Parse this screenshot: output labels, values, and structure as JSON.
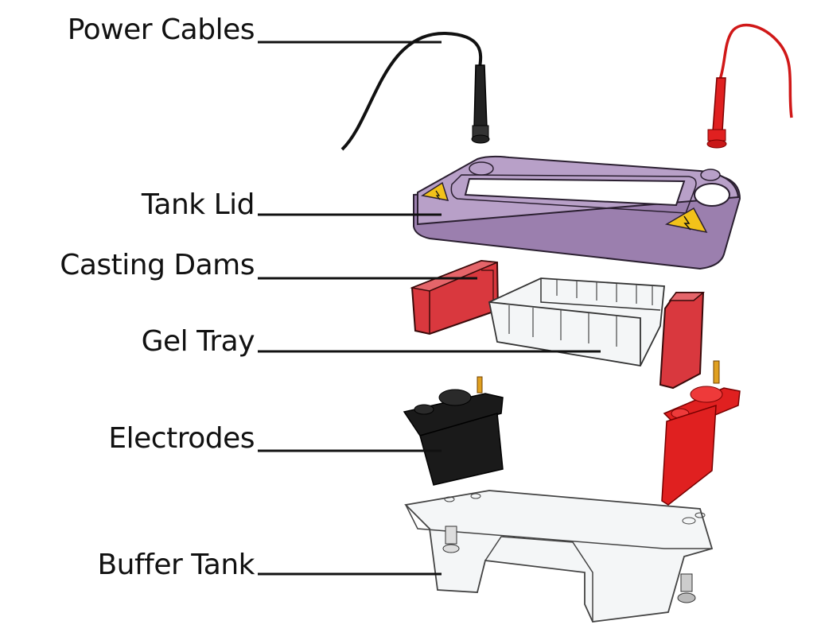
{
  "labels": {
    "power_cables": "Power Cables",
    "tank_lid": "Tank Lid",
    "casting_dams": "Casting Dams",
    "gel_tray": "Gel Tray",
    "electrodes": "Electrodes",
    "buffer_tank": "Buffer Tank"
  },
  "colors": {
    "text": "#111111",
    "lid": "#9b7fae",
    "lid_light": "#b8a0c8",
    "red_part": "#e02020",
    "dam": "#d9383e",
    "black_part": "#1a1a1a",
    "warning": "#f2c21a",
    "transparent_part": "#f4f6f7"
  },
  "icons": [
    "warning-icon",
    "warning-icon"
  ]
}
